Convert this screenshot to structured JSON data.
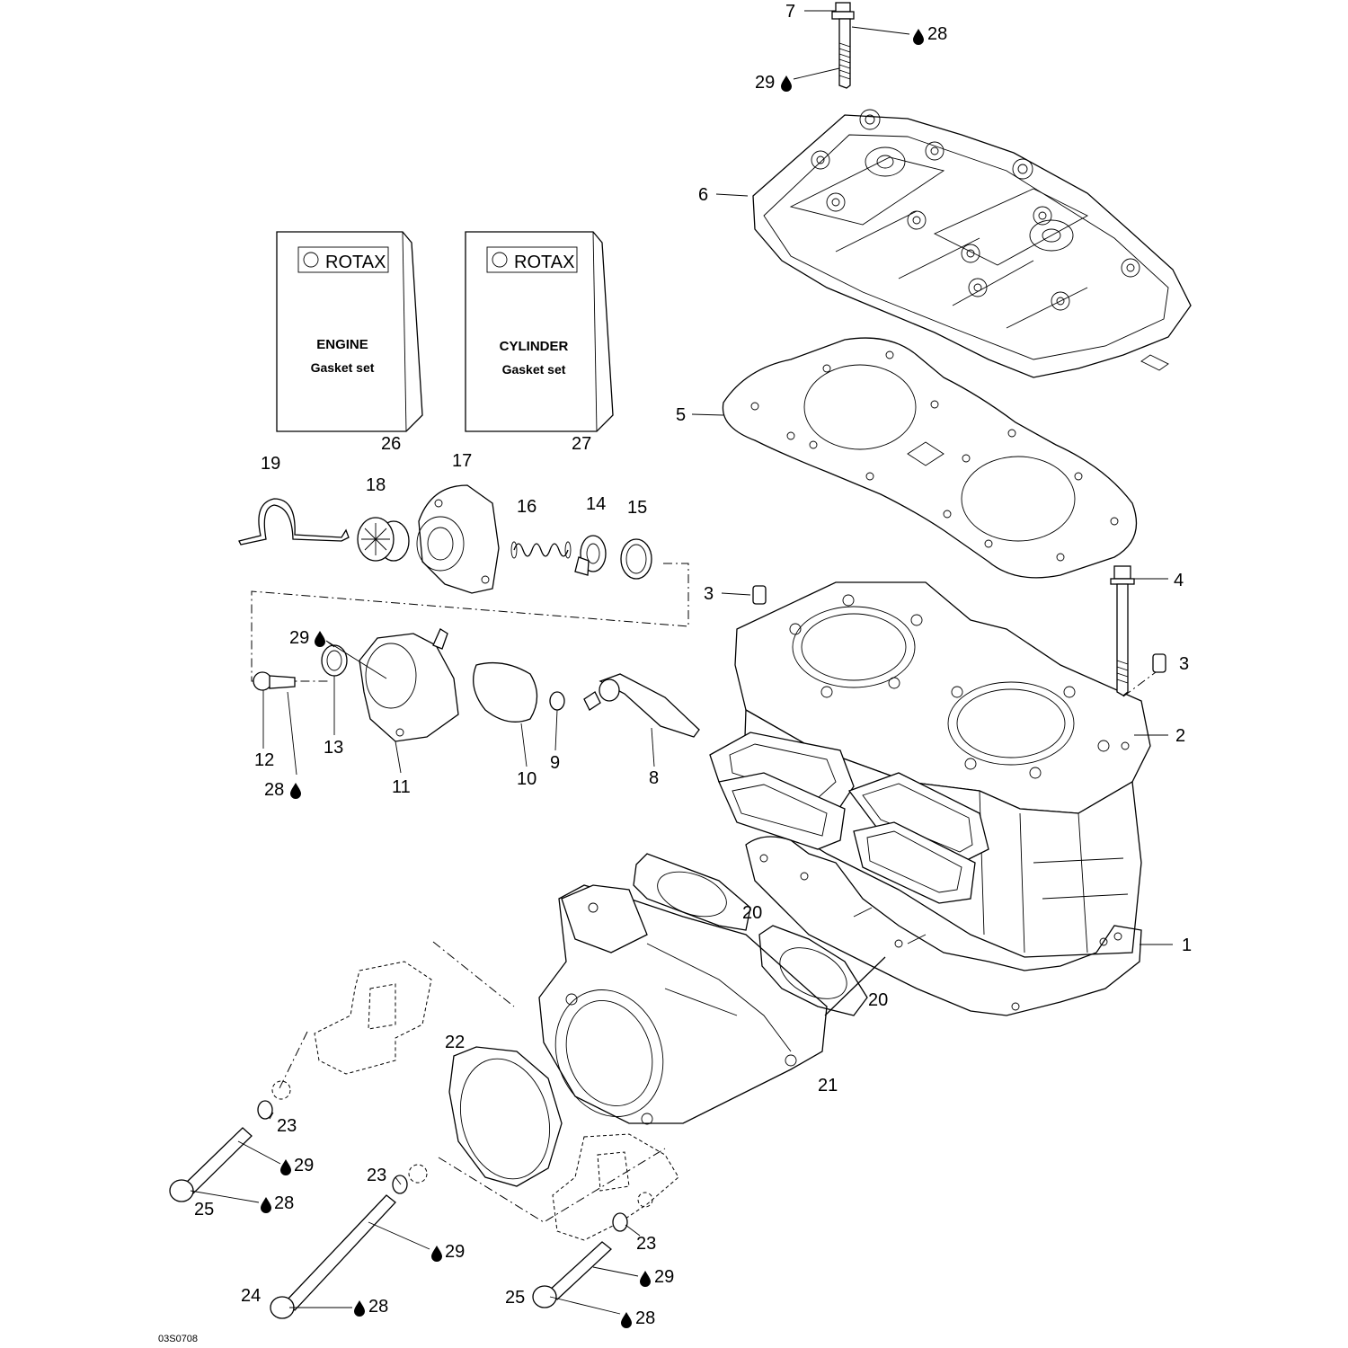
{
  "labels": {
    "p1": "1",
    "p2": "2",
    "p3a": "3",
    "p3b": "3",
    "p4": "4",
    "p5": "5",
    "p6": "6",
    "p7": "7",
    "p8": "8",
    "p9": "9",
    "p10": "10",
    "p11": "11",
    "p12": "12",
    "p13": "13",
    "p14": "14",
    "p15": "15",
    "p16": "16",
    "p17": "17",
    "p18": "18",
    "p19": "19",
    "p20a": "20",
    "p20b": "20",
    "p21": "21",
    "p22": "22",
    "p23a": "23",
    "p23b": "23",
    "p23c": "23",
    "p24": "24",
    "p25a": "25",
    "p25b": "25",
    "p26": "26",
    "p27": "27",
    "l28a": "28",
    "l29a": "29",
    "l29b": "29",
    "l28b": "28",
    "l29c": "29",
    "l28c": "28",
    "l29d": "29",
    "l28d": "28",
    "l29e": "29",
    "l28e": "28"
  },
  "kits": {
    "engine": {
      "brand": "ROTAX",
      "line1": "ENGINE",
      "line2": "Gasket set"
    },
    "cylinder": {
      "brand": "ROTAX",
      "line1": "CYLINDER",
      "line2": "Gasket set"
    }
  },
  "reference_code": "03S0708",
  "icons": {
    "lubricant": "oil-drop-icon"
  }
}
